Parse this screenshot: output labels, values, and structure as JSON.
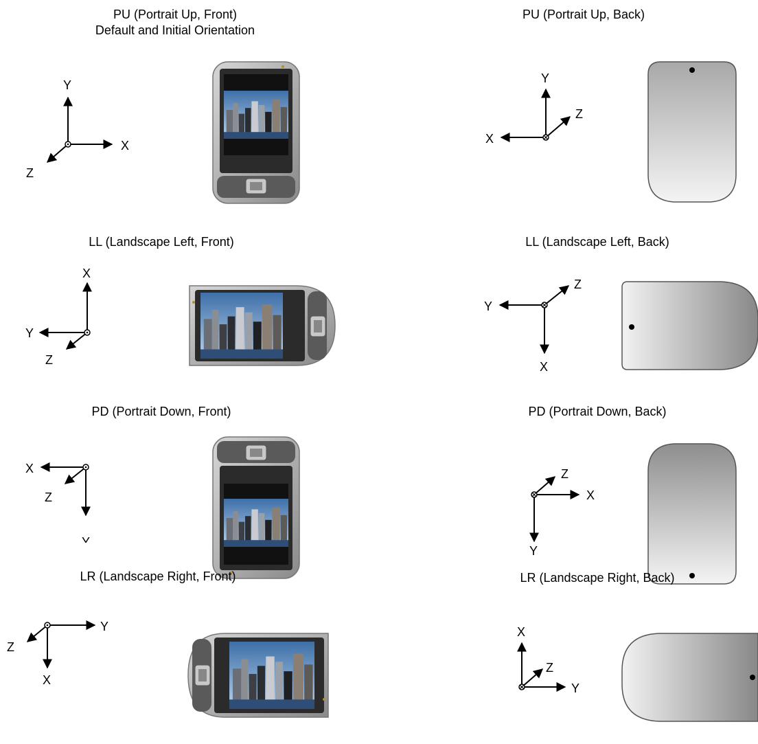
{
  "panels": {
    "pu_front": {
      "title": "PU (Portrait Up, Front)",
      "subtitle": "Default and Initial Orientation",
      "axis_x": "X",
      "axis_y": "Y",
      "axis_z": "Z"
    },
    "pu_back": {
      "title": "PU (Portrait Up, Back)",
      "axis_x": "X",
      "axis_y": "Y",
      "axis_z": "Z"
    },
    "ll_front": {
      "title": "LL (Landscape Left, Front)",
      "axis_x": "X",
      "axis_y": "Y",
      "axis_z": "Z"
    },
    "ll_back": {
      "title": "LL (Landscape Left, Back)",
      "axis_x": "X",
      "axis_y": "Y",
      "axis_z": "Z"
    },
    "pd_front": {
      "title": "PD (Portrait Down, Front)",
      "axis_x": "X",
      "axis_y": "Y",
      "axis_z": "Z"
    },
    "pd_back": {
      "title": "PD (Portrait Down, Back)",
      "axis_x": "X",
      "axis_y": "Y",
      "axis_z": "Z"
    },
    "lr_front": {
      "title": "LR (Landscape Right, Front)",
      "axis_x": "X",
      "axis_y": "Y",
      "axis_z": "Z"
    },
    "lr_back": {
      "title": "LR (Landscape Right, Back)",
      "axis_x": "X",
      "axis_y": "Y",
      "axis_z": "Z"
    }
  }
}
